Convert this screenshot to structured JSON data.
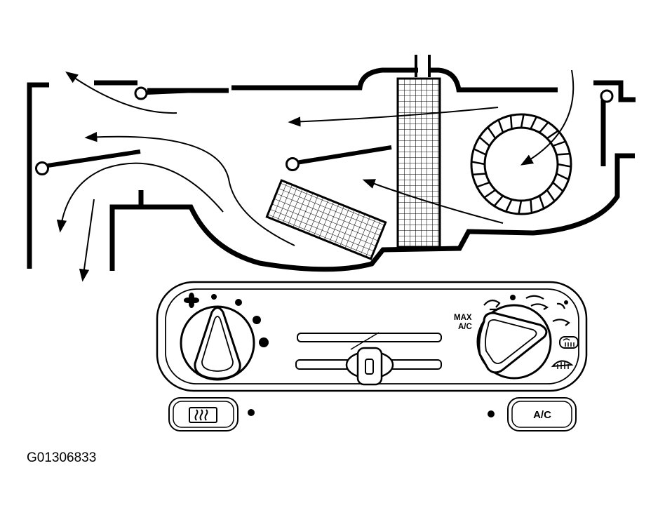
{
  "panel": {
    "max_label": "MAX",
    "ac_label": "A/C",
    "ac_button_label": "A/C"
  },
  "figure_id": "G01306833"
}
